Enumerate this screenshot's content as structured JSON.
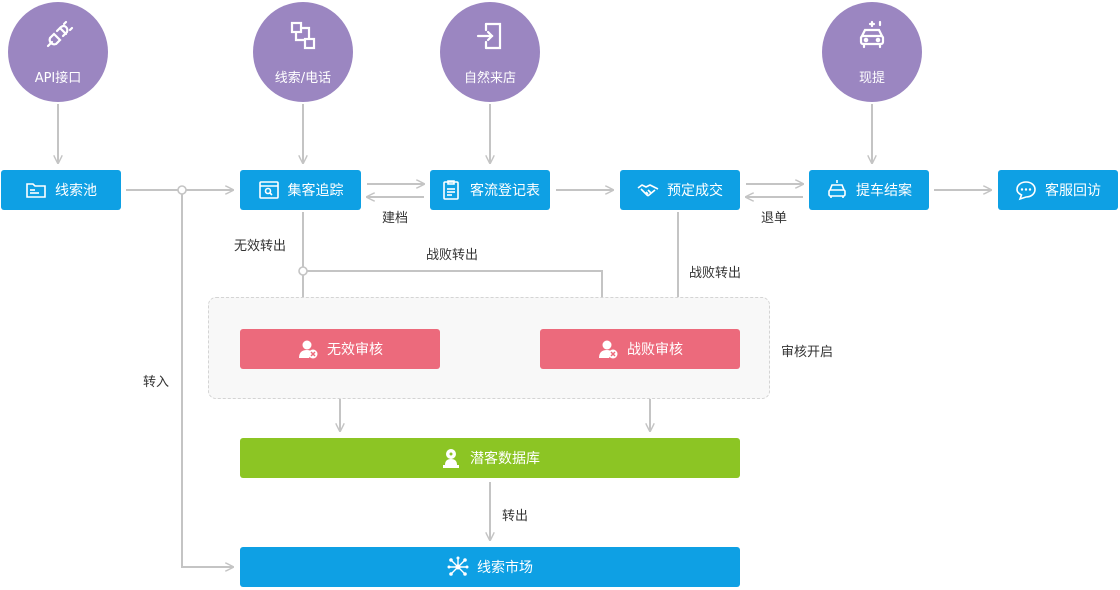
{
  "sources": {
    "api": "API接口",
    "phone": "线索/电话",
    "walkin": "自然来店",
    "pickup": "现提"
  },
  "flow": {
    "lead_pool": "线索池",
    "tracking": "集客追踪",
    "visit_log": "客流登记表",
    "order": "预定成交",
    "delivery": "提车结案",
    "service": "客服回访"
  },
  "review": {
    "invalid": "无效审核",
    "defeat": "战败审核",
    "enabled_label": "审核开启"
  },
  "potential_db": "潜客数据库",
  "lead_market": "线索市场",
  "edge_labels": {
    "build_file": "建档",
    "return_order": "退单",
    "invalid_out": "无效转出",
    "defeat_out_1": "战败转出",
    "defeat_out_2": "战败转出",
    "transfer_in": "转入",
    "transfer_out": "转出"
  }
}
